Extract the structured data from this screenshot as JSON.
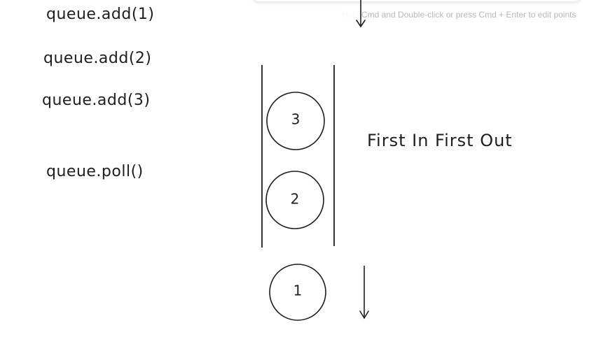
{
  "hint": {
    "text": "Hold Cmd and Double-click or press Cmd + Enter to edit points"
  },
  "code_lines": {
    "add1": "queue.add(1)",
    "add2": "queue.add(2)",
    "add3": "queue.add(3)",
    "poll": "queue.poll()"
  },
  "label": {
    "fifo": "First In First Out"
  },
  "nodes": {
    "n3": "3",
    "n2": "2",
    "n1": "1"
  },
  "colors": {
    "stroke": "#1e1e1e",
    "hint": "#b7b7b7",
    "background": "#ffffff"
  }
}
